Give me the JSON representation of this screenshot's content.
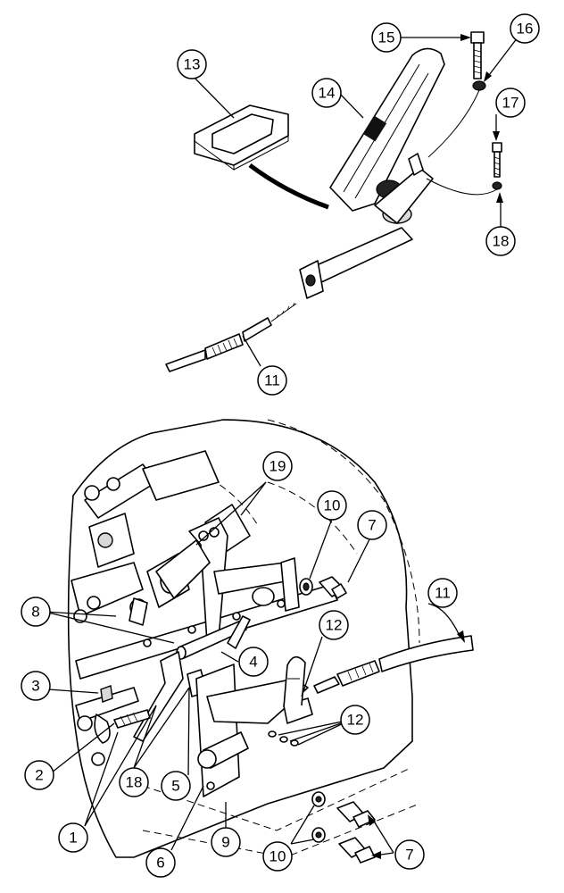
{
  "callouts": [
    {
      "id": "13",
      "label": "13"
    },
    {
      "id": "14",
      "label": "14"
    },
    {
      "id": "15",
      "label": "15"
    },
    {
      "id": "16",
      "label": "16"
    },
    {
      "id": "17",
      "label": "17"
    },
    {
      "id": "18a",
      "label": "18"
    },
    {
      "id": "11a",
      "label": "11"
    },
    {
      "id": "19",
      "label": "19"
    },
    {
      "id": "10a",
      "label": "10"
    },
    {
      "id": "7a",
      "label": "7"
    },
    {
      "id": "11b",
      "label": "11"
    },
    {
      "id": "8",
      "label": "8"
    },
    {
      "id": "12a",
      "label": "12"
    },
    {
      "id": "4",
      "label": "4"
    },
    {
      "id": "3",
      "label": "3"
    },
    {
      "id": "12b",
      "label": "12"
    },
    {
      "id": "2",
      "label": "2"
    },
    {
      "id": "18b",
      "label": "18"
    },
    {
      "id": "5",
      "label": "5"
    },
    {
      "id": "1",
      "label": "1"
    },
    {
      "id": "6",
      "label": "6"
    },
    {
      "id": "9",
      "label": "9"
    },
    {
      "id": "10b",
      "label": "10"
    },
    {
      "id": "7b",
      "label": "7"
    }
  ]
}
